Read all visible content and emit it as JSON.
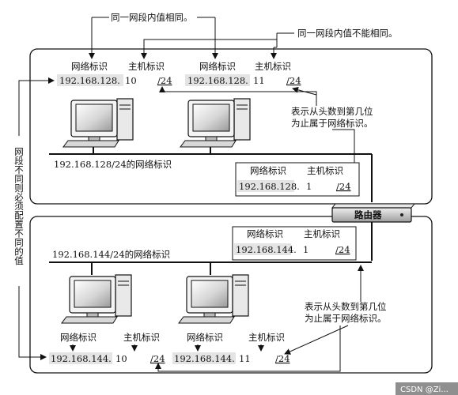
{
  "annotations": {
    "same_in_segment": "同一网段内值相同。",
    "different_in_segment": "同一网段内值不能相同。",
    "prefix_explain_top_l1": "表示从头数到第几位",
    "prefix_explain_top_l2": "为止属于网络标识。",
    "prefix_explain_bottom_l1": "表示从头数到第几位",
    "prefix_explain_bottom_l2": "为止属于网络标识。",
    "side_note": "网段不同则必须配置不同的值"
  },
  "top_segment": {
    "network_label": "192.168.128/24的网络标识",
    "hosts": [
      {
        "net_id_title": "网络标识",
        "host_id_title": "主机标识",
        "net_id": "192.168.128.",
        "host_id": "10",
        "prefix": "/24"
      },
      {
        "net_id_title": "网络标识",
        "host_id_title": "主机标识",
        "net_id": "192.168.128.",
        "host_id": "11",
        "prefix": "/24"
      }
    ],
    "router_port": {
      "net_id_title": "网络标识",
      "host_id_title": "主机标识",
      "net_id": "192.168.128.",
      "host_id": "1",
      "prefix": "/24"
    }
  },
  "bottom_segment": {
    "network_label": "192.168.144/24的网络标识",
    "hosts": [
      {
        "net_id_title": "网络标识",
        "host_id_title": "主机标识",
        "net_id": "192.168.144.",
        "host_id": "10",
        "prefix": "/24"
      },
      {
        "net_id_title": "网络标识",
        "host_id_title": "主机标识",
        "net_id": "192.168.144.",
        "host_id": "11",
        "prefix": "/24"
      }
    ],
    "router_port": {
      "net_id_title": "网络标识",
      "host_id_title": "主机标识",
      "net_id": "192.168.144.",
      "host_id": "1",
      "prefix": "/24"
    }
  },
  "router": {
    "label": "路由器"
  },
  "watermark": "CSDN @Zi..."
}
